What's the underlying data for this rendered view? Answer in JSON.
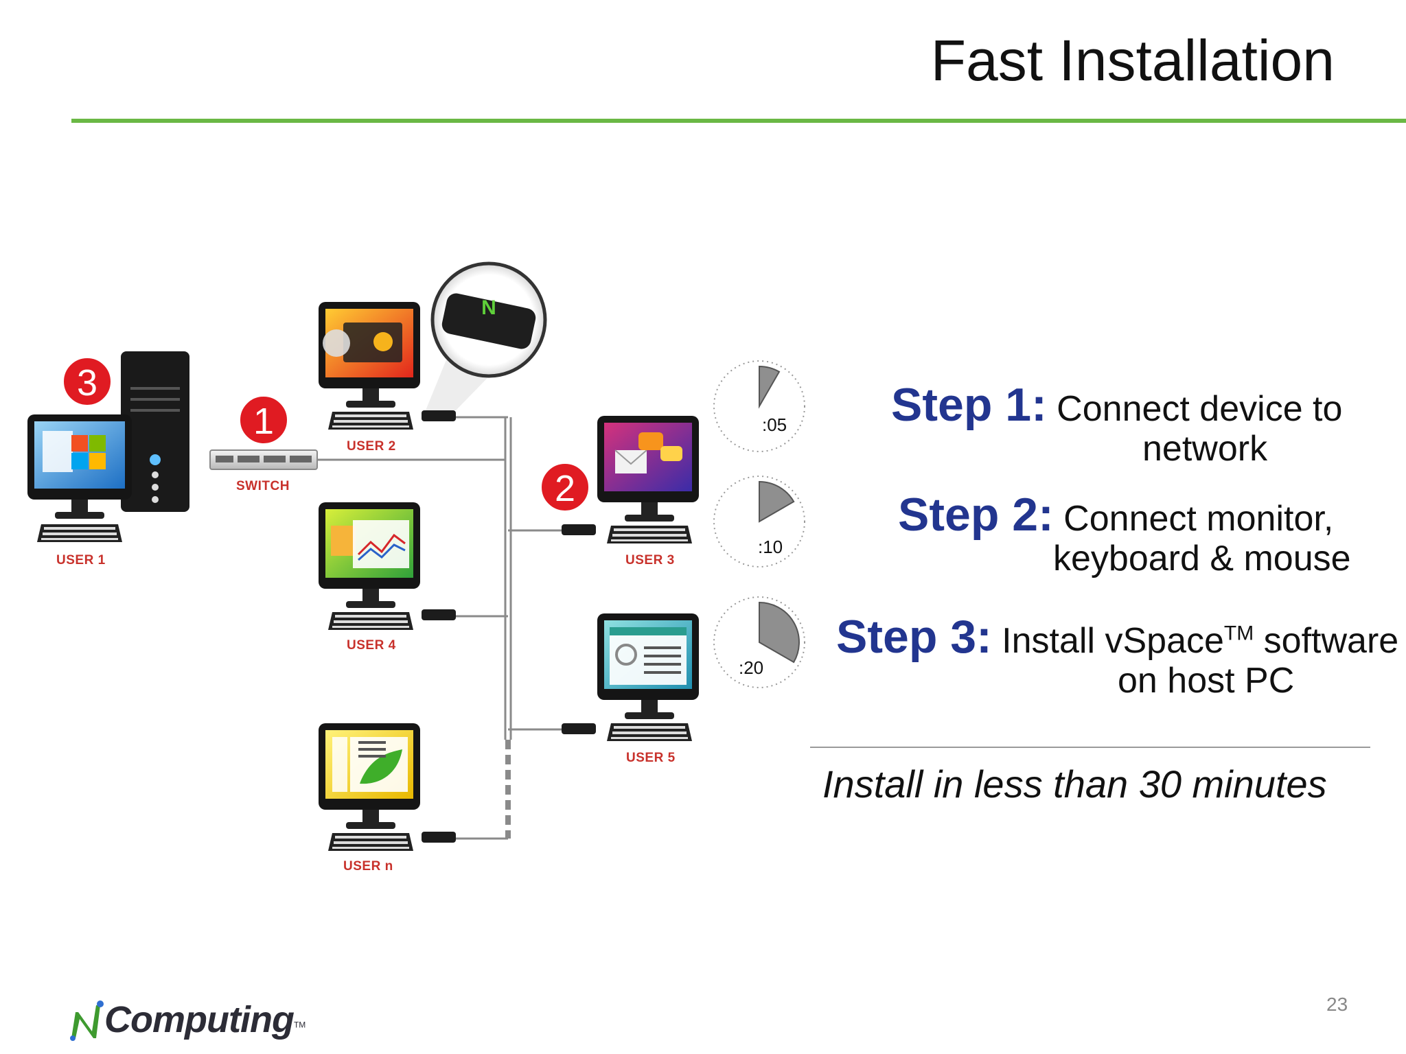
{
  "title": "Fast Installation",
  "colors": {
    "accent_rule": "#6ab845",
    "step_label": "#22358f",
    "badge_red": "#e01b22",
    "label_red": "#c8312b"
  },
  "diagram": {
    "labels": {
      "user1": "USER 1",
      "user2": "USER 2",
      "user3": "USER 3",
      "user4": "USER 4",
      "user5": "USER 5",
      "usern": "USER n",
      "switch": "SWITCH"
    },
    "badges": {
      "b1": "1",
      "b2": "2",
      "b3": "3"
    },
    "timers": [
      {
        "label": ":05",
        "minutes": 5
      },
      {
        "label": ":10",
        "minutes": 10
      },
      {
        "label": ":20",
        "minutes": 20
      }
    ]
  },
  "steps": [
    {
      "label": "Step 1:",
      "line1": "Connect device to",
      "line2": "network"
    },
    {
      "label": "Step 2:",
      "line1": "Connect monitor,",
      "line2": "keyboard & mouse"
    },
    {
      "label": "Step 3:",
      "line1": "Install vSpace",
      "line1_sup": "TM",
      "line1_rest": " software",
      "line2": "on host PC"
    }
  ],
  "tagline": "Install in less than 30 minutes",
  "page_number": "23",
  "logo": {
    "text": "Computing",
    "tm": "TM",
    "icon": "ncomputing-n-logo-icon"
  }
}
